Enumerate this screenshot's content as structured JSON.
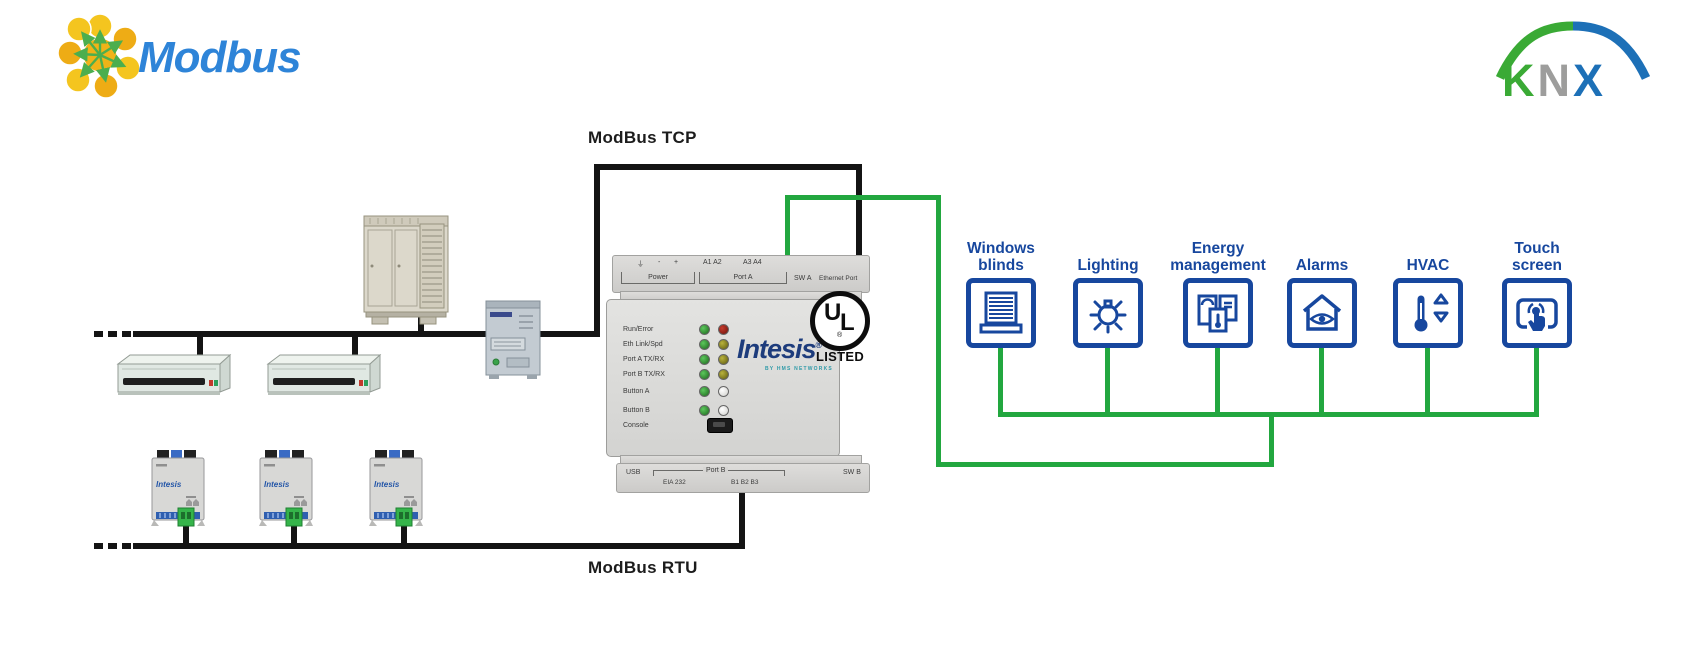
{
  "labels": {
    "modbus_tcp": "ModBus TCP",
    "modbus_rtu": "ModBus RTU"
  },
  "logos": {
    "modbus_text": "Modbus",
    "knx_k": "K",
    "knx_n": "N",
    "knx_x": "X"
  },
  "gateway": {
    "top": {
      "ground": "⏚",
      "minus": "-",
      "plus": "+",
      "pins_a12": "A1  A2",
      "pins_a34": "A3  A4",
      "power": "Power",
      "port_a": "Port A",
      "sw_a": "SW A",
      "ethernet": "Ethernet Port"
    },
    "leds": [
      {
        "label": "Run/Error",
        "left": "green",
        "right": "red"
      },
      {
        "label": "Eth Link/Spd",
        "left": "green",
        "right": "amber"
      },
      {
        "label": "Port A TX/RX",
        "left": "green",
        "right": "amber"
      },
      {
        "label": "Port B TX/RX",
        "left": "green",
        "right": "amber"
      },
      {
        "label": "Button A",
        "left": "green",
        "right": "off"
      },
      {
        "label": "Button B",
        "left": "green",
        "right": "off"
      },
      {
        "label": "Console"
      }
    ],
    "brand": "Intesis",
    "brand_reg": "®",
    "brand_sub": "BY HMS NETWORKS",
    "bottom": {
      "usb": "USB",
      "port_b": "Port B",
      "eia": "EIA 232",
      "pins_b": "B1  B2  B3",
      "sw_b": "SW B"
    },
    "ul": {
      "u": "U",
      "l": "L",
      "reg": "®",
      "listed": "LISTED"
    }
  },
  "knx_devices": [
    {
      "line1": "Windows",
      "line2": "blinds"
    },
    {
      "line1": "Lighting",
      "line2": ""
    },
    {
      "line1": "Energy",
      "line2": "management"
    },
    {
      "line1": "Alarms",
      "line2": ""
    },
    {
      "line1": "HVAC",
      "line2": ""
    },
    {
      "line1": "Touch",
      "line2": "screen"
    }
  ],
  "colors": {
    "knx_green": "#22a73f",
    "device_blue": "#17479e",
    "wire_black": "#141414",
    "modbus_blue": "#2e84d8"
  }
}
